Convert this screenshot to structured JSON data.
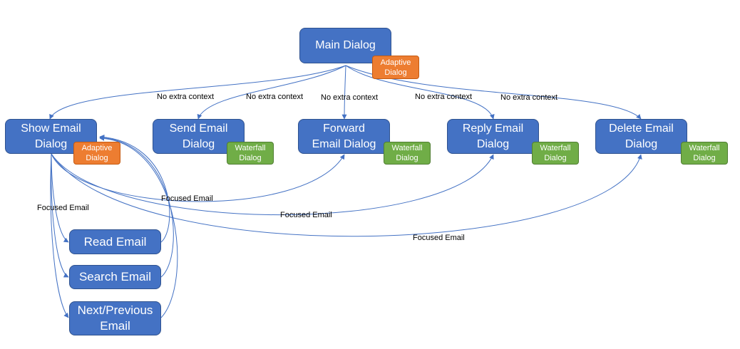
{
  "nodes": {
    "main": "Main Dialog",
    "show": "Show Email\nDialog",
    "send": "Send Email\nDialog",
    "forward": "Forward\nEmail Dialog",
    "reply": "Reply Email\nDialog",
    "delete": "Delete Email\nDialog",
    "read": "Read Email",
    "search": "Search Email",
    "nextprev": "Next/Previous\nEmail"
  },
  "badges": {
    "main": "Adaptive\nDialog",
    "show": "Adaptive\nDialog",
    "send": "Waterfall\nDialog",
    "forward": "Waterfall\nDialog",
    "reply": "Waterfall\nDialog",
    "delete": "Waterfall\nDialog"
  },
  "edge_labels": {
    "main_to_show": "No extra context",
    "main_to_send": "No extra context",
    "main_to_forward": "No extra context",
    "main_to_reply": "No extra context",
    "main_to_delete": "No extra context",
    "show_to_children": "Focused Email",
    "show_to_forward": "Focused Email",
    "show_to_reply": "Focused Email",
    "show_to_delete": "Focused Email"
  },
  "colors": {
    "node": "#4472c4",
    "node_border": "#2f528f",
    "adaptive_badge": "#ed7d31",
    "waterfall_badge": "#70ad47",
    "edge": "#4472c4"
  }
}
